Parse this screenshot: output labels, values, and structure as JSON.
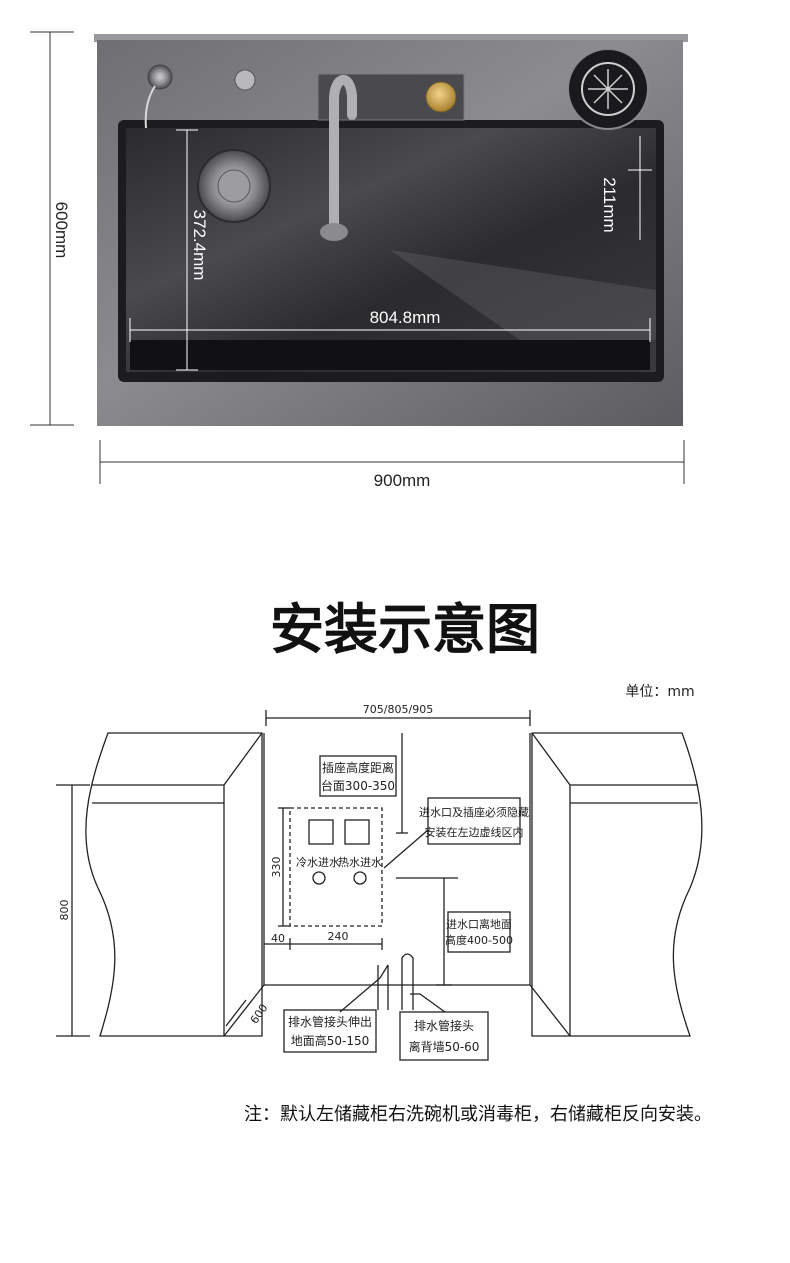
{
  "product": {
    "overall_height": "600mm",
    "overall_width": "900mm",
    "basin_depth": "372.4mm",
    "basin_width": "804.8mm",
    "drop_depth": "211mm"
  },
  "install": {
    "title": "安装示意图",
    "unit": "单位：mm",
    "cabinet_width": "705/805/905",
    "cabinet_height": "800",
    "socket_height_1": "插座高度距离",
    "socket_height_2": "台面300-350",
    "hidden_note_1": "进水口及插座必须隐藏",
    "hidden_note_2": "安装在左边虚线区内",
    "cold_in": "冷水进水",
    "hot_in": "热水进水",
    "dim_330": "330",
    "dim_40": "40",
    "dim_240": "240",
    "dim_600": "600",
    "inlet_height_1": "进水口离地面",
    "inlet_height_2": "高度400-500",
    "drain_out_1": "排水管接头伸出",
    "drain_out_2": "地面高50-150",
    "drain_wall_1": "排水管接头",
    "drain_wall_2": "离背墙50-60",
    "footnote": "注：默认左储藏柜右洗碗机或消毒柜，右储藏柜反向安装。"
  }
}
